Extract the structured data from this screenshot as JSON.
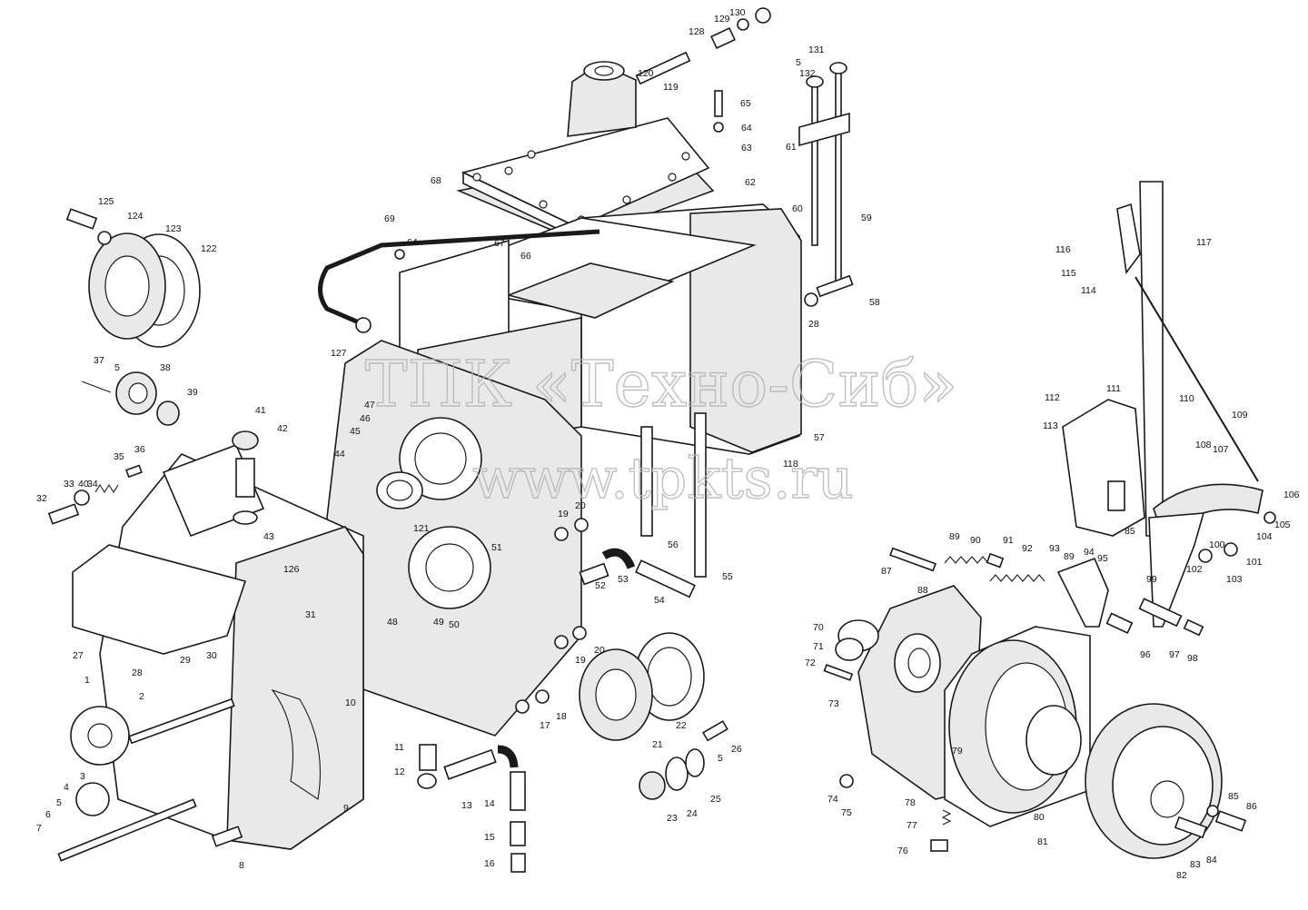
{
  "watermark": {
    "line1": "ТПК «Техно-Сиб»",
    "line2": "www.tpkts.ru"
  },
  "callouts": [
    {
      "id": "c1",
      "text": "1"
    },
    {
      "id": "c2",
      "text": "2"
    },
    {
      "id": "c3",
      "text": "3"
    },
    {
      "id": "c4",
      "text": "4"
    },
    {
      "id": "c5a",
      "text": "5"
    },
    {
      "id": "c5b",
      "text": "5"
    },
    {
      "id": "c5c",
      "text": "5"
    },
    {
      "id": "c5d",
      "text": "5"
    },
    {
      "id": "c6",
      "text": "6"
    },
    {
      "id": "c7",
      "text": "7"
    },
    {
      "id": "c8",
      "text": "8"
    },
    {
      "id": "c9",
      "text": "9"
    },
    {
      "id": "c10",
      "text": "10"
    },
    {
      "id": "c11",
      "text": "11"
    },
    {
      "id": "c12",
      "text": "12"
    },
    {
      "id": "c13",
      "text": "13"
    },
    {
      "id": "c14",
      "text": "14"
    },
    {
      "id": "c15",
      "text": "15"
    },
    {
      "id": "c16",
      "text": "16"
    },
    {
      "id": "c17",
      "text": "17"
    },
    {
      "id": "c18",
      "text": "18"
    },
    {
      "id": "c19a",
      "text": "19"
    },
    {
      "id": "c19b",
      "text": "19"
    },
    {
      "id": "c20a",
      "text": "20"
    },
    {
      "id": "c20b",
      "text": "20"
    },
    {
      "id": "c21",
      "text": "21"
    },
    {
      "id": "c22",
      "text": "22"
    },
    {
      "id": "c23",
      "text": "23"
    },
    {
      "id": "c24",
      "text": "24"
    },
    {
      "id": "c25",
      "text": "25"
    },
    {
      "id": "c26",
      "text": "26"
    },
    {
      "id": "c27",
      "text": "27"
    },
    {
      "id": "c28a",
      "text": "28"
    },
    {
      "id": "c28b",
      "text": "28"
    },
    {
      "id": "c29",
      "text": "29"
    },
    {
      "id": "c30",
      "text": "30"
    },
    {
      "id": "c31",
      "text": "31"
    },
    {
      "id": "c32",
      "text": "32"
    },
    {
      "id": "c33",
      "text": "33"
    },
    {
      "id": "c34",
      "text": "34"
    },
    {
      "id": "c35",
      "text": "35"
    },
    {
      "id": "c36",
      "text": "36"
    },
    {
      "id": "c37",
      "text": "37"
    },
    {
      "id": "c38",
      "text": "38"
    },
    {
      "id": "c39",
      "text": "39"
    },
    {
      "id": "c40",
      "text": "40"
    },
    {
      "id": "c41",
      "text": "41"
    },
    {
      "id": "c42",
      "text": "42"
    },
    {
      "id": "c43",
      "text": "43"
    },
    {
      "id": "c44",
      "text": "44"
    },
    {
      "id": "c45",
      "text": "45"
    },
    {
      "id": "c46",
      "text": "46"
    },
    {
      "id": "c47",
      "text": "47"
    },
    {
      "id": "c48",
      "text": "48"
    },
    {
      "id": "c49",
      "text": "49"
    },
    {
      "id": "c50",
      "text": "50"
    },
    {
      "id": "c51",
      "text": "51"
    },
    {
      "id": "c52",
      "text": "52"
    },
    {
      "id": "c53",
      "text": "53"
    },
    {
      "id": "c54",
      "text": "54"
    },
    {
      "id": "c55",
      "text": "55"
    },
    {
      "id": "c56",
      "text": "56"
    },
    {
      "id": "c57",
      "text": "57"
    },
    {
      "id": "c58",
      "text": "58"
    },
    {
      "id": "c59",
      "text": "59"
    },
    {
      "id": "c60",
      "text": "60"
    },
    {
      "id": "c61",
      "text": "61"
    },
    {
      "id": "c62",
      "text": "62"
    },
    {
      "id": "c63",
      "text": "63"
    },
    {
      "id": "c64a",
      "text": "64"
    },
    {
      "id": "c64b",
      "text": "64"
    },
    {
      "id": "c65",
      "text": "65"
    },
    {
      "id": "c66",
      "text": "66"
    },
    {
      "id": "c67",
      "text": "67"
    },
    {
      "id": "c68",
      "text": "68"
    },
    {
      "id": "c69",
      "text": "69"
    },
    {
      "id": "c70",
      "text": "70"
    },
    {
      "id": "c71",
      "text": "71"
    },
    {
      "id": "c72",
      "text": "72"
    },
    {
      "id": "c73",
      "text": "73"
    },
    {
      "id": "c74",
      "text": "74"
    },
    {
      "id": "c75",
      "text": "75"
    },
    {
      "id": "c76",
      "text": "76"
    },
    {
      "id": "c77",
      "text": "77"
    },
    {
      "id": "c78",
      "text": "78"
    },
    {
      "id": "c79",
      "text": "79"
    },
    {
      "id": "c80",
      "text": "80"
    },
    {
      "id": "c81",
      "text": "81"
    },
    {
      "id": "c82",
      "text": "82"
    },
    {
      "id": "c83",
      "text": "83"
    },
    {
      "id": "c84",
      "text": "84"
    },
    {
      "id": "c85a",
      "text": "85"
    },
    {
      "id": "c85b",
      "text": "85"
    },
    {
      "id": "c86",
      "text": "86"
    },
    {
      "id": "c87",
      "text": "87"
    },
    {
      "id": "c88",
      "text": "88"
    },
    {
      "id": "c89a",
      "text": "89"
    },
    {
      "id": "c89b",
      "text": "89"
    },
    {
      "id": "c90",
      "text": "90"
    },
    {
      "id": "c91",
      "text": "91"
    },
    {
      "id": "c92",
      "text": "92"
    },
    {
      "id": "c93",
      "text": "93"
    },
    {
      "id": "c94",
      "text": "94"
    },
    {
      "id": "c95",
      "text": "95"
    },
    {
      "id": "c96",
      "text": "96"
    },
    {
      "id": "c97",
      "text": "97"
    },
    {
      "id": "c98",
      "text": "98"
    },
    {
      "id": "c99",
      "text": "99"
    },
    {
      "id": "c100",
      "text": "100"
    },
    {
      "id": "c101",
      "text": "101"
    },
    {
      "id": "c102",
      "text": "102"
    },
    {
      "id": "c103",
      "text": "103"
    },
    {
      "id": "c104",
      "text": "104"
    },
    {
      "id": "c105",
      "text": "105"
    },
    {
      "id": "c106",
      "text": "106"
    },
    {
      "id": "c107",
      "text": "107"
    },
    {
      "id": "c108",
      "text": "108"
    },
    {
      "id": "c109",
      "text": "109"
    },
    {
      "id": "c110",
      "text": "110"
    },
    {
      "id": "c111",
      "text": "111"
    },
    {
      "id": "c112",
      "text": "112"
    },
    {
      "id": "c113",
      "text": "113"
    },
    {
      "id": "c114",
      "text": "114"
    },
    {
      "id": "c115",
      "text": "115"
    },
    {
      "id": "c116",
      "text": "116"
    },
    {
      "id": "c117",
      "text": "117"
    },
    {
      "id": "c118",
      "text": "118"
    },
    {
      "id": "c119",
      "text": "119"
    },
    {
      "id": "c120",
      "text": "120"
    },
    {
      "id": "c121",
      "text": "121"
    },
    {
      "id": "c122",
      "text": "122"
    },
    {
      "id": "c123",
      "text": "123"
    },
    {
      "id": "c124",
      "text": "124"
    },
    {
      "id": "c125",
      "text": "125"
    },
    {
      "id": "c126",
      "text": "126"
    },
    {
      "id": "c127",
      "text": "127"
    },
    {
      "id": "c128",
      "text": "128"
    },
    {
      "id": "c129",
      "text": "129"
    },
    {
      "id": "c130",
      "text": "130"
    },
    {
      "id": "c131",
      "text": "131"
    },
    {
      "id": "c132",
      "text": "132"
    }
  ]
}
